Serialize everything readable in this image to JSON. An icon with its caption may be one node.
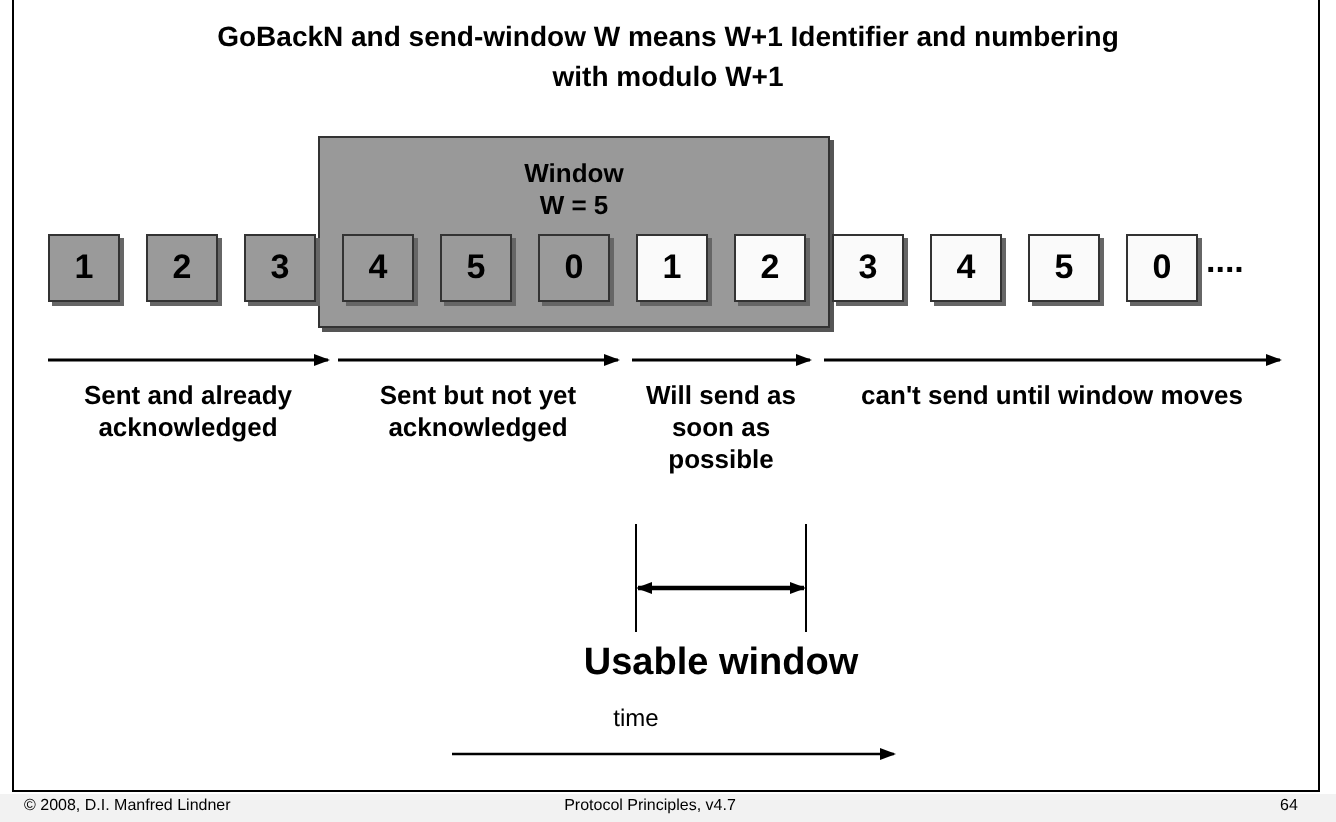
{
  "diagram": {
    "title": "GoBackN and send-window W means W+1 Identifier and numbering with modulo W+1",
    "nodes": [
      {
        "text": [
          "Window W = 5"
        ]
      },
      {
        "text": [
          "1"
        ]
      },
      {
        "text": [
          "2"
        ]
      },
      {
        "text": [
          "3"
        ]
      },
      {
        "text": [
          "4"
        ],
        "in": 0
      },
      {
        "text": [
          "5"
        ],
        "in": 0
      },
      {
        "text": [
          "0"
        ],
        "in": 0
      },
      {
        "text": [
          "1"
        ],
        "in": 0
      },
      {
        "text": [
          "2"
        ],
        "in": 0
      },
      {
        "text": [
          "3"
        ]
      },
      {
        "text": [
          "4"
        ]
      },
      {
        "text": [
          "5"
        ]
      },
      {
        "text": [
          "0"
        ]
      }
    ],
    "labels": [
      "....",
      "Sent and already acknowledged",
      "Sent but not yet acknowledged",
      "Will send as soon as possible",
      "can't send until window moves",
      "Usable window",
      "time",
      "© 2008, D.I. Manfred Lindner",
      "Protocol Principles, v4.7",
      "64"
    ]
  }
}
